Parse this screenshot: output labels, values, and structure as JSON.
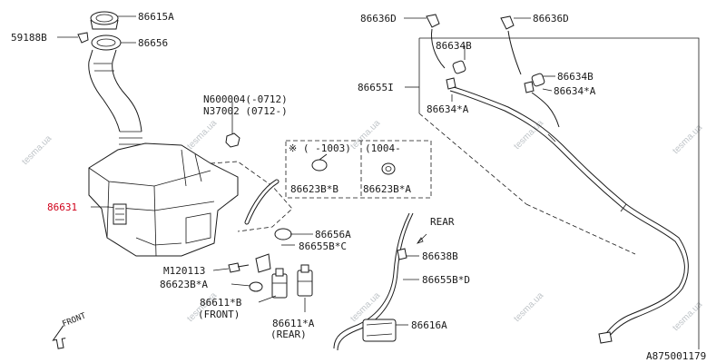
{
  "labels": {
    "p86615A": "86615A",
    "p59188B": "59188B",
    "p86656": "86656",
    "n600004": "N600004(-0712)",
    "n37002": "N37002 (0712-)",
    "p86631": "86631",
    "opt_left": "※ ( -1003)",
    "opt_right": "(1004-",
    "p86623B_B": "86623B*B",
    "p86623B_A_top": "86623B*A",
    "p86656A": "86656A",
    "p86655BC": "86655B*C",
    "m120113": "M120113",
    "p86623B_A": "86623B*A",
    "p86611B": "86611*B",
    "front_paren": "(FRONT)",
    "p86611A": "86611*A",
    "rear_paren": "(REAR)",
    "p86636D_left": "86636D",
    "p86636D_right": "86636D",
    "p86634B_left": "86634B",
    "p86634B_right": "86634B",
    "p86655I": "86655I",
    "p86634A_left": "86634*A",
    "p86634A_right": "86634*A",
    "rear": "REAR",
    "p86638B": "86638B",
    "p86655BD": "86655B*D",
    "p86616A": "86616A",
    "front_arrow": "FRONT",
    "diagram_id": "A875001179"
  },
  "watermark": "tesma.ua",
  "colors": {
    "line": "#1a1a1a",
    "highlight": "#d0021b",
    "watermark": "#bfc4c8"
  }
}
